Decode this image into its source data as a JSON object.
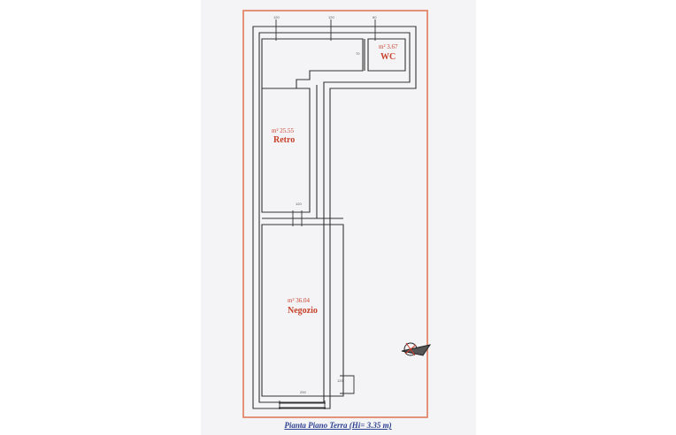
{
  "rooms": [
    {
      "name": "WC",
      "area": "m² 3.67"
    },
    {
      "name": "Retro",
      "area": "m² 25.55"
    },
    {
      "name": "Negozio",
      "area": "m² 36.04"
    }
  ],
  "caption": "Pianta Piano Terra (Hi= 3.35 m)",
  "colors": {
    "border": "#e07a5a",
    "walls": "#333333",
    "labels": "#c8412a",
    "caption": "#2a3f8f"
  },
  "icons": [
    "north-arrow-icon"
  ]
}
